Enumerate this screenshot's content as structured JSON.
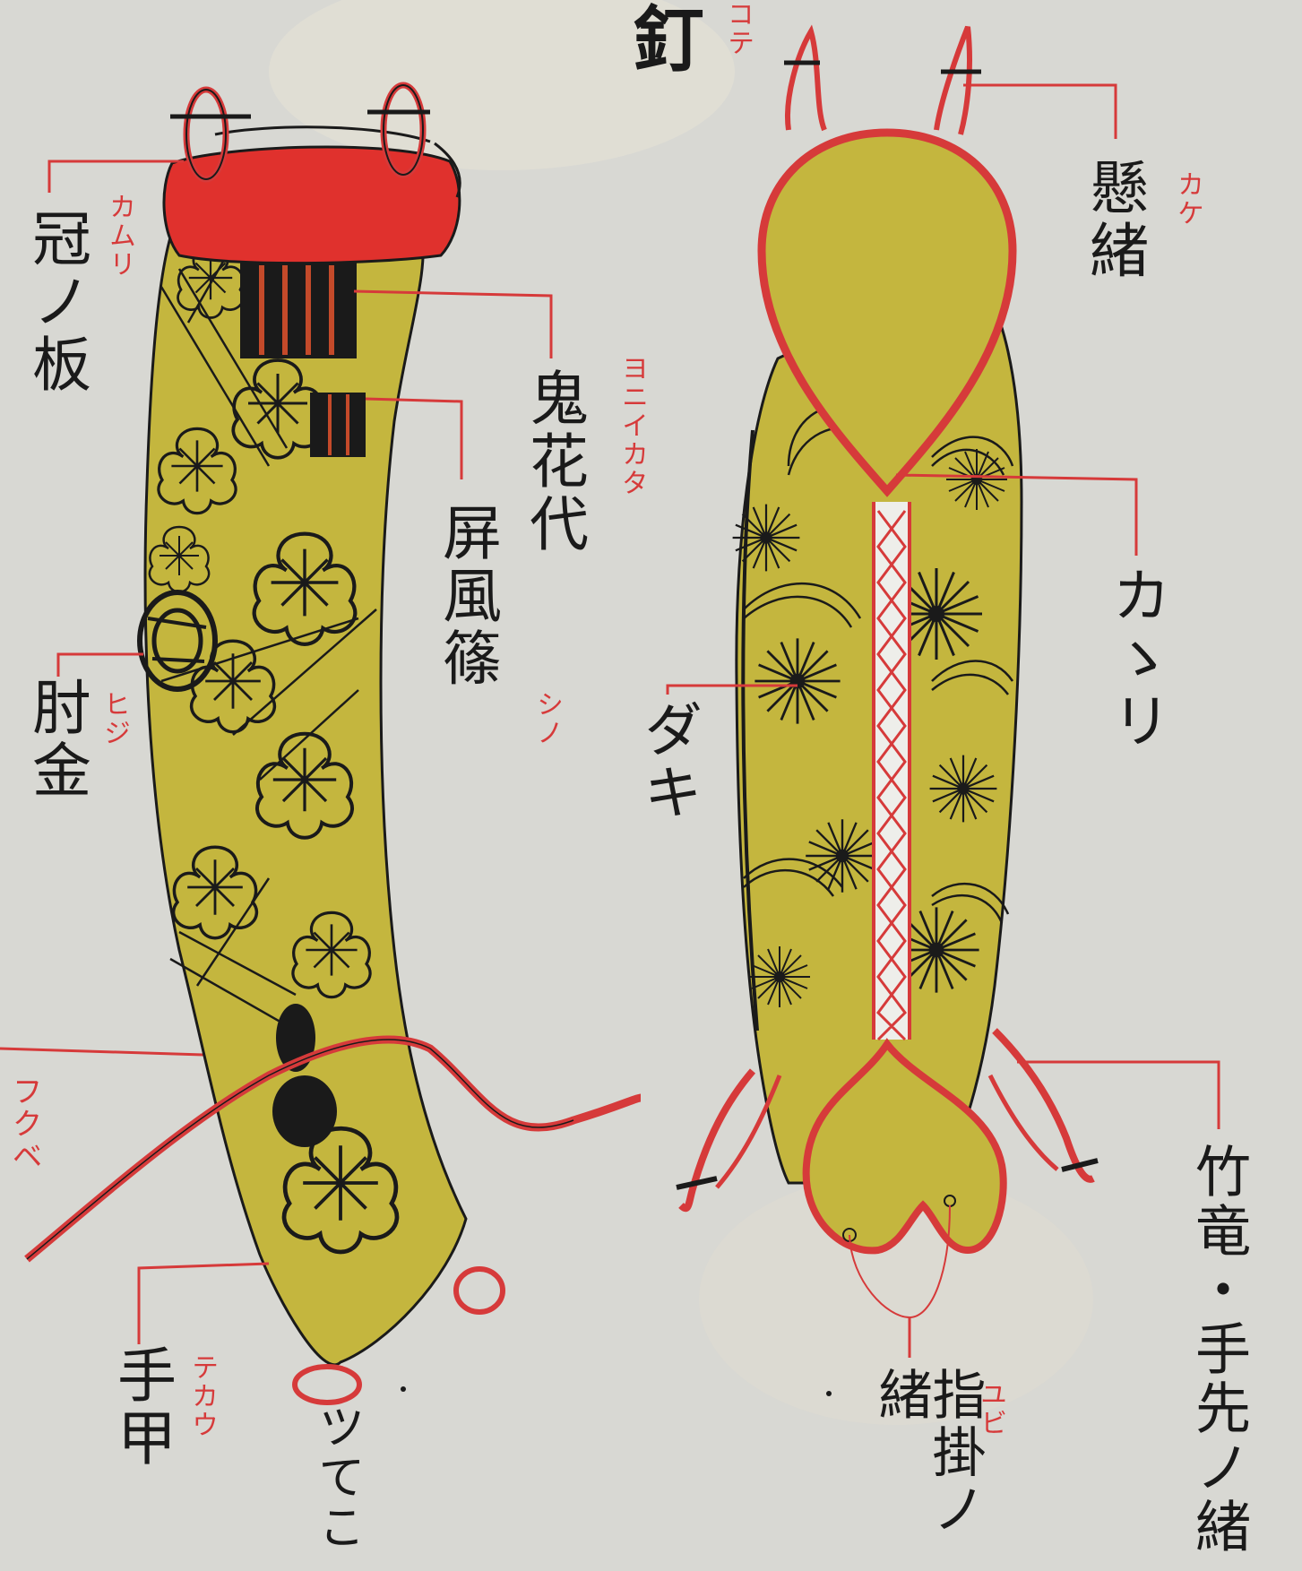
{
  "title": {
    "kanji": "釘",
    "reading": "コテ"
  },
  "labels": {
    "kanmuri_ita": {
      "text": "冠ノ板",
      "reading": "カムリ"
    },
    "oni_dai": {
      "text": "鬼花代",
      "reading": "ヨニイカタ"
    },
    "byobu_shino": {
      "text": "屏風篠",
      "reading": "シノ"
    },
    "hiji_gane": {
      "text": "肘金",
      "reading": "ヒジ"
    },
    "fukube": {
      "reading": "フクベ"
    },
    "tekko": {
      "text": "手甲",
      "reading": "テカウ"
    },
    "tsutekko": {
      "text": "ツてこ"
    },
    "kake_o": {
      "text": "懸緒",
      "reading": "カケ"
    },
    "kakari": {
      "text": "カゝリ"
    },
    "daki": {
      "text": "ダキ"
    },
    "te_saki_o": {
      "text": "竹竜・手先ノ緒"
    },
    "yubi_kake_o": {
      "text": "指掛ノ緒",
      "reading": "ユビ"
    }
  },
  "colors": {
    "paper": "#d8d8d3",
    "gauntlet_fill": "#c4b63e",
    "cord_red": "#d63a3a",
    "ink": "#1a1a1a",
    "plate_red": "#e0312d"
  }
}
